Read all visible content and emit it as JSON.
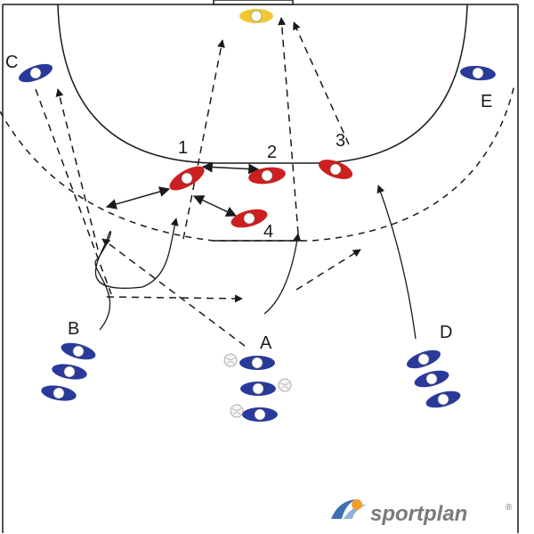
{
  "diagram": {
    "player_labels": {
      "A": "A",
      "B": "B",
      "C": "C",
      "D": "D",
      "E": "E"
    },
    "defender_labels": {
      "d1": "1",
      "d2": "2",
      "d3": "3",
      "d4": "4"
    },
    "colors": {
      "attacker": "#2a3a9a",
      "defender": "#cc1f1f",
      "goalkeeper": "#f2c832",
      "ball": "#e8e8e8",
      "line": "#1a1a1a",
      "logo": "#7a7a7a",
      "logo_swoosh_blue": "#3f6fb0",
      "logo_swoosh_orange": "#f0a030"
    },
    "logo": {
      "text": "sportplan",
      "registered_mark": "®"
    }
  }
}
